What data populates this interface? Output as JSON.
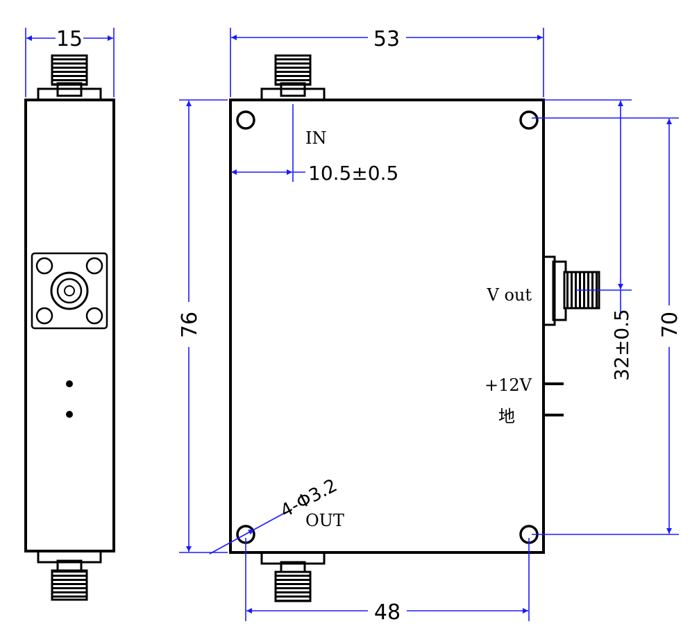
{
  "dimensions": {
    "side_width": "15",
    "top_width": "53",
    "bottom_width": "48",
    "left_height": "76",
    "right_height": "70",
    "in_offset": "10.5±0.5",
    "vout_offset": "32±0.5",
    "hole_spec": "4-Φ3.2"
  },
  "labels": {
    "in": "IN",
    "out": "OUT",
    "vout": "V out",
    "power": "+12V",
    "ground": "地"
  },
  "colors": {
    "dimension_line": "#1a1aff",
    "outline": "#000000"
  }
}
